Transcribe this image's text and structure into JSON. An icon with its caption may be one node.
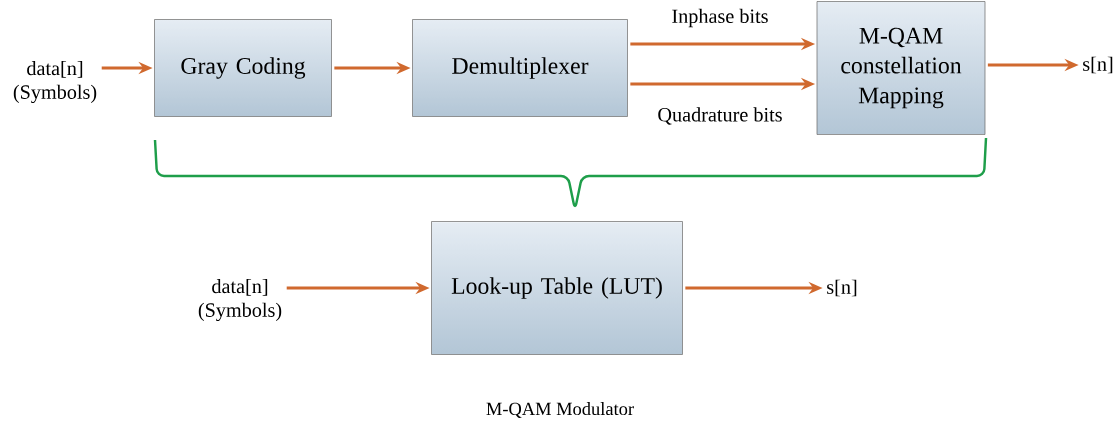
{
  "diagram": {
    "caption": "M-QAM Modulator",
    "nodes": [
      {
        "text": [
          "data[n]",
          "(Symbols)"
        ]
      },
      {
        "text": [
          "Gray Coding"
        ]
      },
      {
        "text": [
          "Demultiplexer"
        ]
      },
      {
        "text": [
          "M-QAM constellation Mapping"
        ]
      },
      {
        "text": [
          "s[n]"
        ]
      },
      {
        "text": [
          "data[n]",
          "(Symbols)"
        ]
      },
      {
        "text": [
          "Look-up Table (LUT)"
        ]
      },
      {
        "text": [
          "s[n]"
        ]
      }
    ],
    "edges": [
      {
        "from": 0,
        "to": 1,
        "arrow": "to"
      },
      {
        "from": 1,
        "to": 2,
        "arrow": "to"
      },
      {
        "from": 2,
        "to": 3,
        "arrow": "to",
        "label": "Inphase bits"
      },
      {
        "from": 2,
        "to": 3,
        "arrow": "to",
        "label": "Quadrature bits"
      },
      {
        "from": 3,
        "to": 4,
        "arrow": "to"
      },
      {
        "from": 5,
        "to": 6,
        "arrow": "to"
      },
      {
        "from": 6,
        "to": 7,
        "arrow": "to"
      }
    ]
  }
}
